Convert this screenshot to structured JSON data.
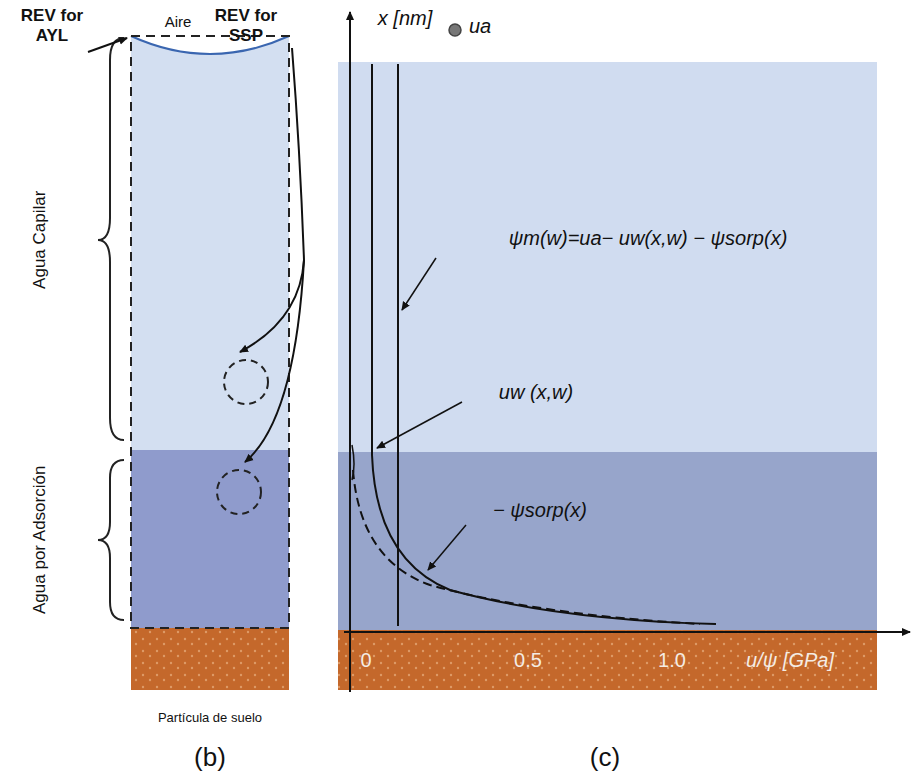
{
  "diagram": {
    "labels": [
      "REV for AYL",
      "REV for SSP",
      "Aire",
      "Agua Capilar",
      "Agua por Adsorción",
      "Partícula de suelo",
      "(b)",
      "x [nm]",
      "ua",
      "ψm(w)=ua− uw(x,w) − ψsorp(x)",
      "uw (x,w)",
      "− ψsorp(x)",
      "0",
      "0.5",
      "1.0",
      "u/ψ [GPa]",
      "(c)"
    ]
  }
}
